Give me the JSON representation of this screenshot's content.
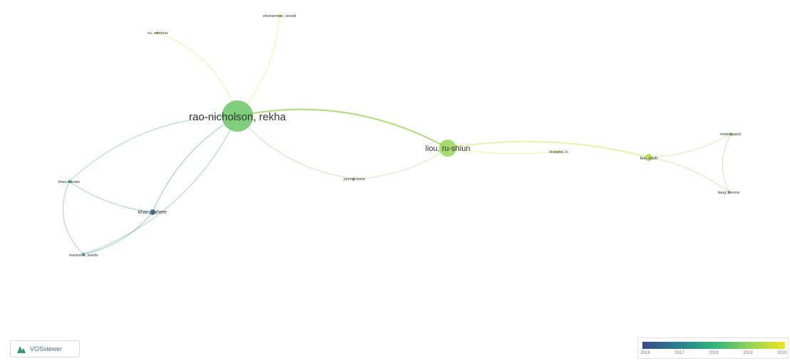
{
  "nodes": [
    {
      "id": "rao-nicholson",
      "label": "rao-nicholson, rekha",
      "year": 2018.6,
      "weight": "large"
    },
    {
      "id": "liou",
      "label": "liou, ru-shiun",
      "year": 2019.1,
      "weight": "medium"
    },
    {
      "id": "laboratory",
      "label": "lee, jooh",
      "year": 2019.4,
      "weight": "small"
    },
    {
      "id": "hub-sw",
      "label": "khan, zaheer",
      "year": 2016.6,
      "weight": "small"
    },
    {
      "id": "left-top",
      "label": "khan, akram",
      "year": 2017.6,
      "weight": "tiny"
    },
    {
      "id": "left-bottom",
      "label": "marinova, svetla",
      "year": 2017.8,
      "weight": "tiny"
    },
    {
      "id": "top-a",
      "label": "xu, wenhua",
      "year": 2019.6,
      "weight": "tiny"
    },
    {
      "id": "top-b",
      "label": "sheinerman, leonid",
      "year": 2019.8,
      "weight": "tiny"
    },
    {
      "id": "mid",
      "label": "yeung, irene",
      "year": 2018.8,
      "weight": "tiny"
    },
    {
      "id": "between",
      "label": "lindqvist, b.",
      "year": 2019.9,
      "weight": "tiny"
    },
    {
      "id": "right-top",
      "label": "vestergaard,",
      "year": 2019.0,
      "weight": "tiny"
    },
    {
      "id": "right-bottom",
      "label": "liang, dennis",
      "year": 2018.9,
      "weight": "tiny"
    }
  ],
  "edges": [
    {
      "from": "rao-nicholson",
      "to": "liou",
      "year": 2019.1
    },
    {
      "from": "rao-nicholson",
      "to": "top-a",
      "year": 2019.7
    },
    {
      "from": "rao-nicholson",
      "to": "top-b",
      "year": 2019.9
    },
    {
      "from": "rao-nicholson",
      "to": "hub-sw",
      "year": 2016.8
    },
    {
      "from": "rao-nicholson",
      "to": "left-bottom",
      "year": 2017.8
    },
    {
      "from": "rao-nicholson",
      "to": "left-top",
      "year": 2017.9
    },
    {
      "from": "rao-nicholson",
      "to": "mid",
      "year": 2018.8
    },
    {
      "from": "hub-sw",
      "to": "left-top",
      "year": 2017.6
    },
    {
      "from": "hub-sw",
      "to": "left-bottom",
      "year": 2017.3
    },
    {
      "from": "left-top",
      "to": "left-bottom",
      "year": 2017.6
    },
    {
      "from": "liou",
      "to": "mid",
      "year": 2019.0
    },
    {
      "from": "liou",
      "to": "laboratory",
      "year": 2019.6
    },
    {
      "from": "liou",
      "to": "between",
      "year": 2019.9
    },
    {
      "from": "laboratory",
      "to": "right-top",
      "year": 2019.2
    },
    {
      "from": "laboratory",
      "to": "right-bottom",
      "year": 2019.0
    },
    {
      "from": "right-top",
      "to": "right-bottom",
      "year": 2018.9
    }
  ],
  "colorbar": {
    "ticks": [
      "2016",
      "2017",
      "2018",
      "2019",
      "2020"
    ],
    "min": 2016,
    "max": 2020,
    "stops": [
      "#3b4a8c",
      "#2a7f8e",
      "#2fb47c",
      "#8fd45a",
      "#f1e51d"
    ]
  },
  "branding": {
    "logo_text": "VOSviewer",
    "logo_icon": "vosviewer-logo-icon",
    "logo_color": "#3a9a6a"
  }
}
